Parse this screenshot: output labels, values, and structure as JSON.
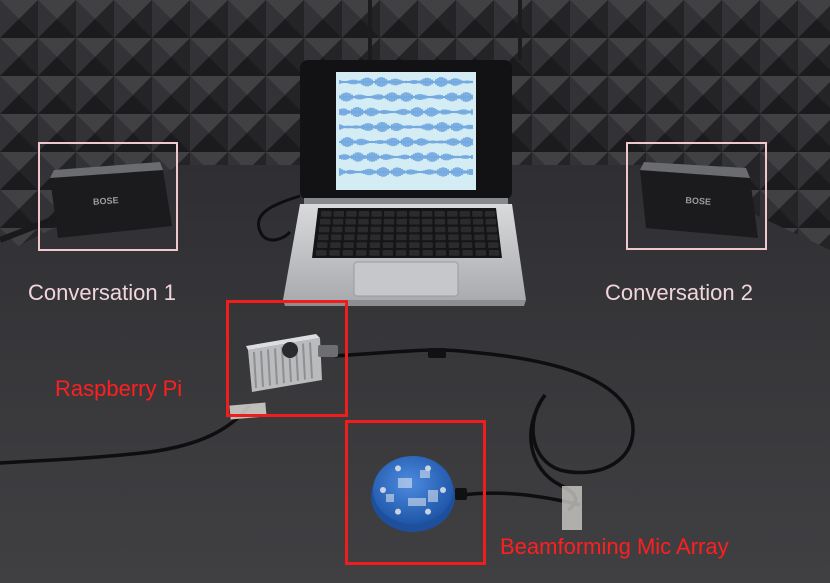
{
  "annotations": {
    "speaker_left_label": "Conversation 1",
    "speaker_right_label": "Conversation 2",
    "pi_label": "Raspberry Pi",
    "mic_label": "Beamforming Mic Array"
  },
  "brand": {
    "speaker_logo": "BOSE"
  },
  "colors": {
    "pink_annotation": "#f2c8cf",
    "red_annotation": "#f01d1d",
    "foam": "#3a3a3d",
    "table": "#353538",
    "waveform": "#3f86d8",
    "board": "#2f6fc9"
  },
  "icons": {
    "speaker": "speaker-icon",
    "laptop": "laptop-icon",
    "board": "raspberry-pi-board-icon",
    "mic": "mic-array-icon"
  }
}
